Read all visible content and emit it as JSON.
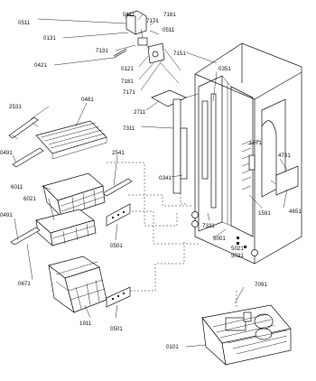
{
  "labels": {
    "p0511a": "0511",
    "p0111": "0111",
    "p7171a": "7171",
    "p7161": "7161",
    "p0131": "0131",
    "p0511b": "0511",
    "p7131": "7131",
    "p0421": "0421",
    "p0121": "0121",
    "p7181": "7181",
    "p7171b": "7171",
    "p7151": "7151",
    "p0351": "0351",
    "p2531": "2531",
    "p0481": "0481",
    "p2711": "2711",
    "p7311": "7311",
    "p0491a": "0491",
    "p2541": "2541",
    "p1571": "1571",
    "p4731": "4731",
    "p0341": "0341",
    "p6011": "6011",
    "p6021": "6021",
    "p1591": "1591",
    "p4651": "4651",
    "p0491b": "0491",
    "p7331": "7331",
    "p0501a": "0501",
    "p5001": "5001",
    "p5021": "5021",
    "p5031": "5031",
    "p0671": "0671",
    "p7091": "7091",
    "p1911": "1911",
    "p0501b": "0501",
    "p0101": "0101"
  }
}
